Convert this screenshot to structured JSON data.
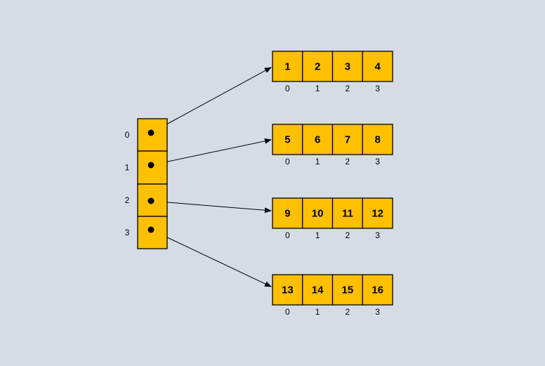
{
  "colors": {
    "background": "#d6dce5",
    "cell_fill": "#ffc000",
    "stroke": "#000000"
  },
  "pointer_array": {
    "index_labels": [
      "0",
      "1",
      "2",
      "3"
    ]
  },
  "rows": [
    {
      "values": [
        "1",
        "2",
        "3",
        "4"
      ],
      "index_labels": [
        "0",
        "1",
        "2",
        "3"
      ]
    },
    {
      "values": [
        "5",
        "6",
        "7",
        "8"
      ],
      "index_labels": [
        "0",
        "1",
        "2",
        "3"
      ]
    },
    {
      "values": [
        "9",
        "10",
        "11",
        "12"
      ],
      "index_labels": [
        "0",
        "1",
        "2",
        "3"
      ]
    },
    {
      "values": [
        "13",
        "14",
        "15",
        "16"
      ],
      "index_labels": [
        "0",
        "1",
        "2",
        "3"
      ]
    }
  ]
}
